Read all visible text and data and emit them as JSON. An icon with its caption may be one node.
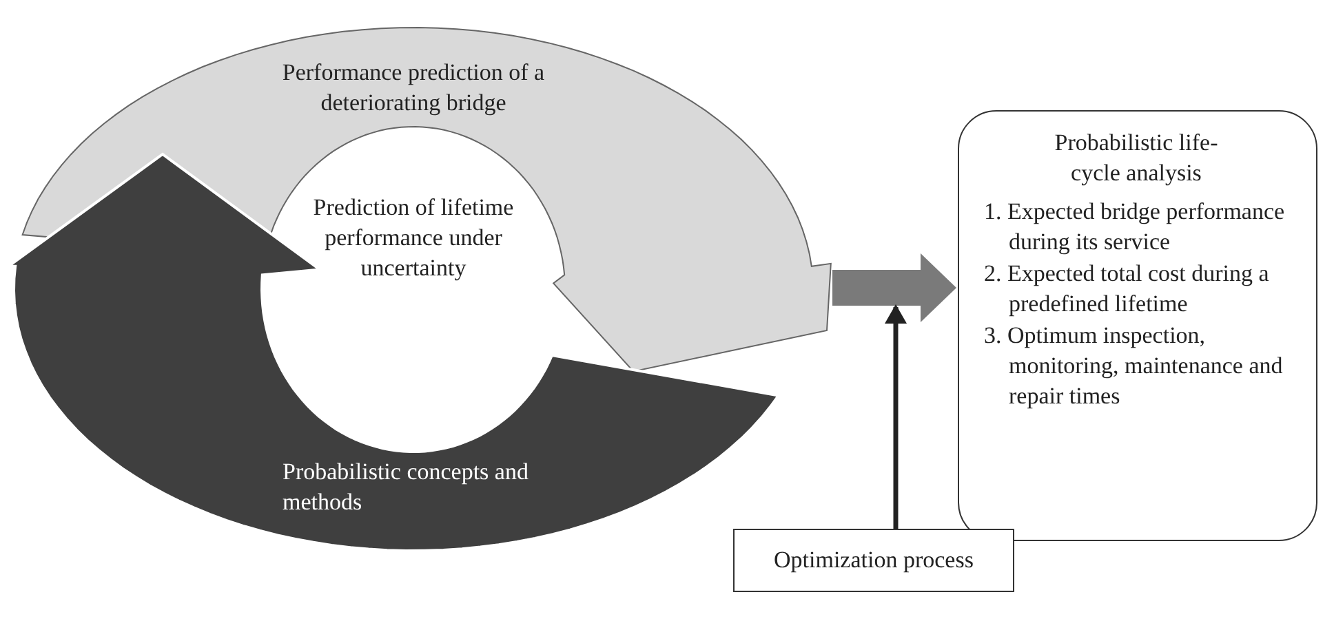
{
  "diagram": {
    "nodes": [
      {
        "text": [
          "Performance prediction of a deteriorating bridge"
        ]
      },
      {
        "text": [
          "Probabilistic concepts and methods"
        ]
      },
      {
        "text": [
          "Probabilistic life-cycle analysis",
          "1. Expected bridge performance during its service",
          "2. Expected total cost during a predefined lifetime",
          "3. Optimum inspection, monitoring, maintenance and repair times"
        ]
      },
      {
        "text": [
          "Optimization process"
        ]
      }
    ],
    "edges": [
      {
        "from": 0,
        "to": 2,
        "arrow": "to",
        "style": "thick",
        "color": "#7a7a7a"
      },
      {
        "from": 3,
        "to": null,
        "arrow": "to"
      }
    ],
    "labels": [
      "Prediction of lifetime performance under uncertainty"
    ]
  }
}
